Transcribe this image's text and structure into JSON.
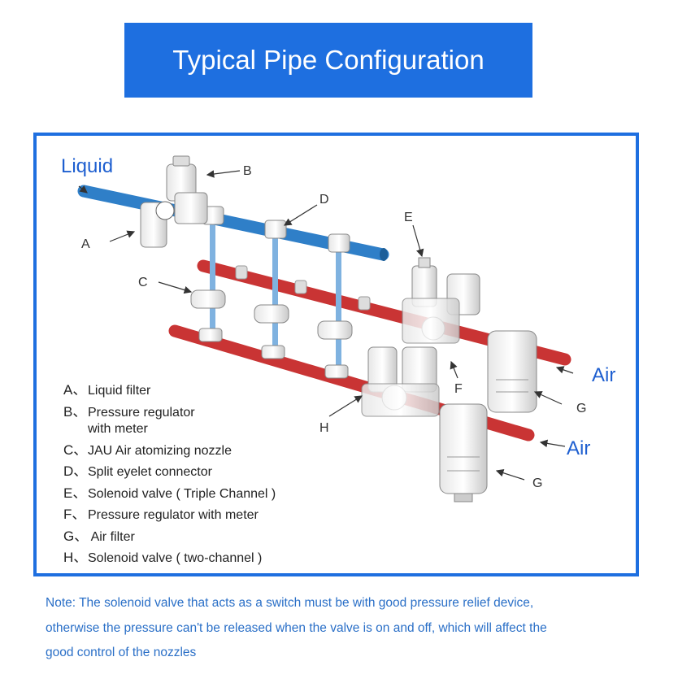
{
  "title": "Typical Pipe Configuration",
  "diagram": {
    "inlet_labels": {
      "liquid": "Liquid",
      "air_top": "Air",
      "air_bottom": "Air"
    },
    "callouts": {
      "a": "A",
      "b": "B",
      "c": "C",
      "d": "D",
      "e": "E",
      "f": "F",
      "g_top": "G",
      "g_bottom": "G",
      "h": "H"
    },
    "colors": {
      "frame": "#1e6fe0",
      "liquid_pipe": "#2f7fc8",
      "air_pipe": "#c93434",
      "label_blue": "#1e5fd0",
      "note_text": "#2a6fc7"
    }
  },
  "legend": [
    {
      "letter": "A、",
      "text": "Liquid filter"
    },
    {
      "letter": "B、",
      "text": "Pressure regulator",
      "text_cont": "with meter"
    },
    {
      "letter": "C、",
      "text": "JAU Air atomizing nozzle"
    },
    {
      "letter": "D、",
      "text": "Split eyelet connector"
    },
    {
      "letter": "E、",
      "text": "Solenoid valve ( Triple Channel )"
    },
    {
      "letter": "F、",
      "text": "Pressure regulator with meter"
    },
    {
      "letter": "G、",
      "text": " Air filter"
    },
    {
      "letter": "H、",
      "text": "Solenoid valve ( two-channel )"
    }
  ],
  "note": {
    "line1": "Note: The solenoid valve that acts as a switch must be with good pressure relief device,",
    "line2": "otherwise the pressure can't be released when the valve is on and off, which will affect the",
    "line3": "good control of the nozzles"
  }
}
